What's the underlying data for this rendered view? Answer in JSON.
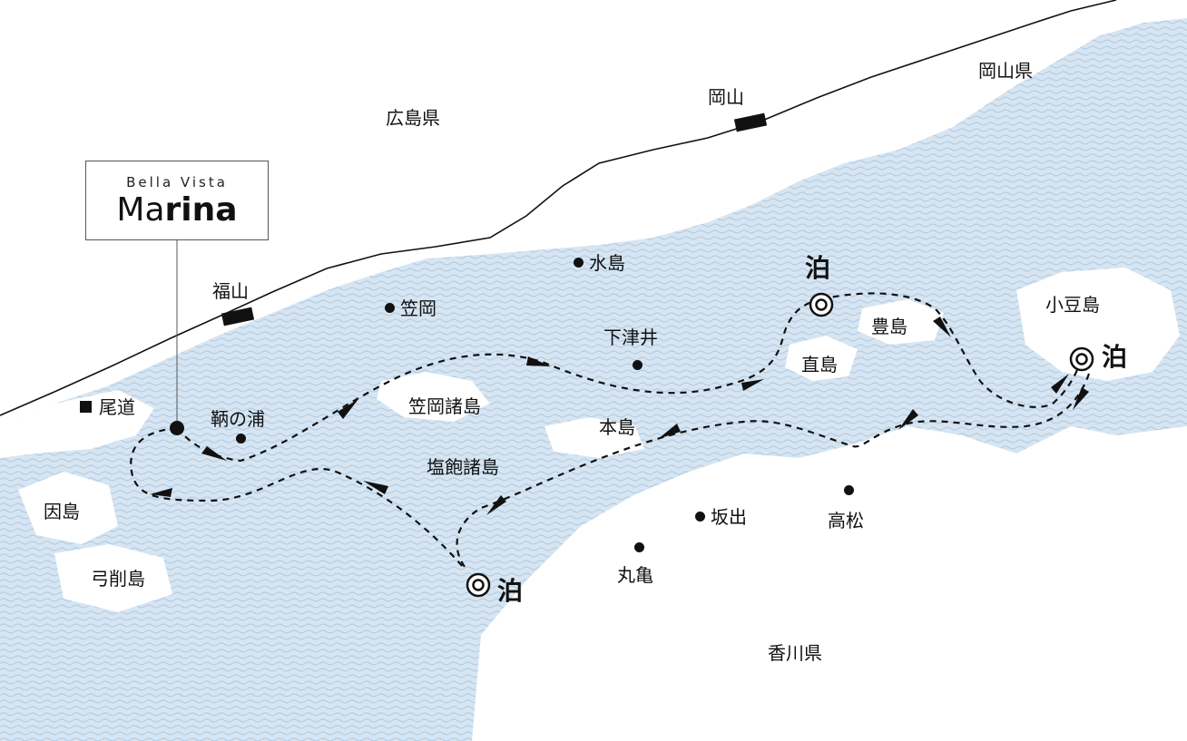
{
  "logo": {
    "subtitle": "Bella Vista",
    "title_light": "Ma",
    "title_bold": "rina"
  },
  "colors": {
    "sea": "#c9dcec",
    "land": "#ffffff",
    "route": "#111111",
    "coast": "#111111"
  },
  "labels": {
    "hiroshima": "広島県",
    "okayama_pref": "岡山県",
    "kagawa": "香川県",
    "okayama": "岡山",
    "fukuyama": "福山",
    "onomichi": "尾道",
    "tomonoura": "鞆の浦",
    "innoshima": "因島",
    "yugeshima": "弓削島",
    "kasaoka": "笠岡",
    "kasaoka_islands": "笠岡諸島",
    "mizushima": "水島",
    "shimotsui": "下津井",
    "honjima": "本島",
    "shiwaku": "塩飽諸島",
    "sakaide": "坂出",
    "marugame": "丸亀",
    "takamatsu": "高松",
    "naoshima": "直島",
    "teshima": "豊島",
    "shodoshima": "小豆島",
    "stay_naoshima": "泊",
    "stay_shodoshima": "泊",
    "stay_south": "泊"
  },
  "icons": {
    "station": "station-bar-icon",
    "town": "town-dot-icon",
    "city": "city-square-icon",
    "stay": "double-circle-stay-icon"
  }
}
